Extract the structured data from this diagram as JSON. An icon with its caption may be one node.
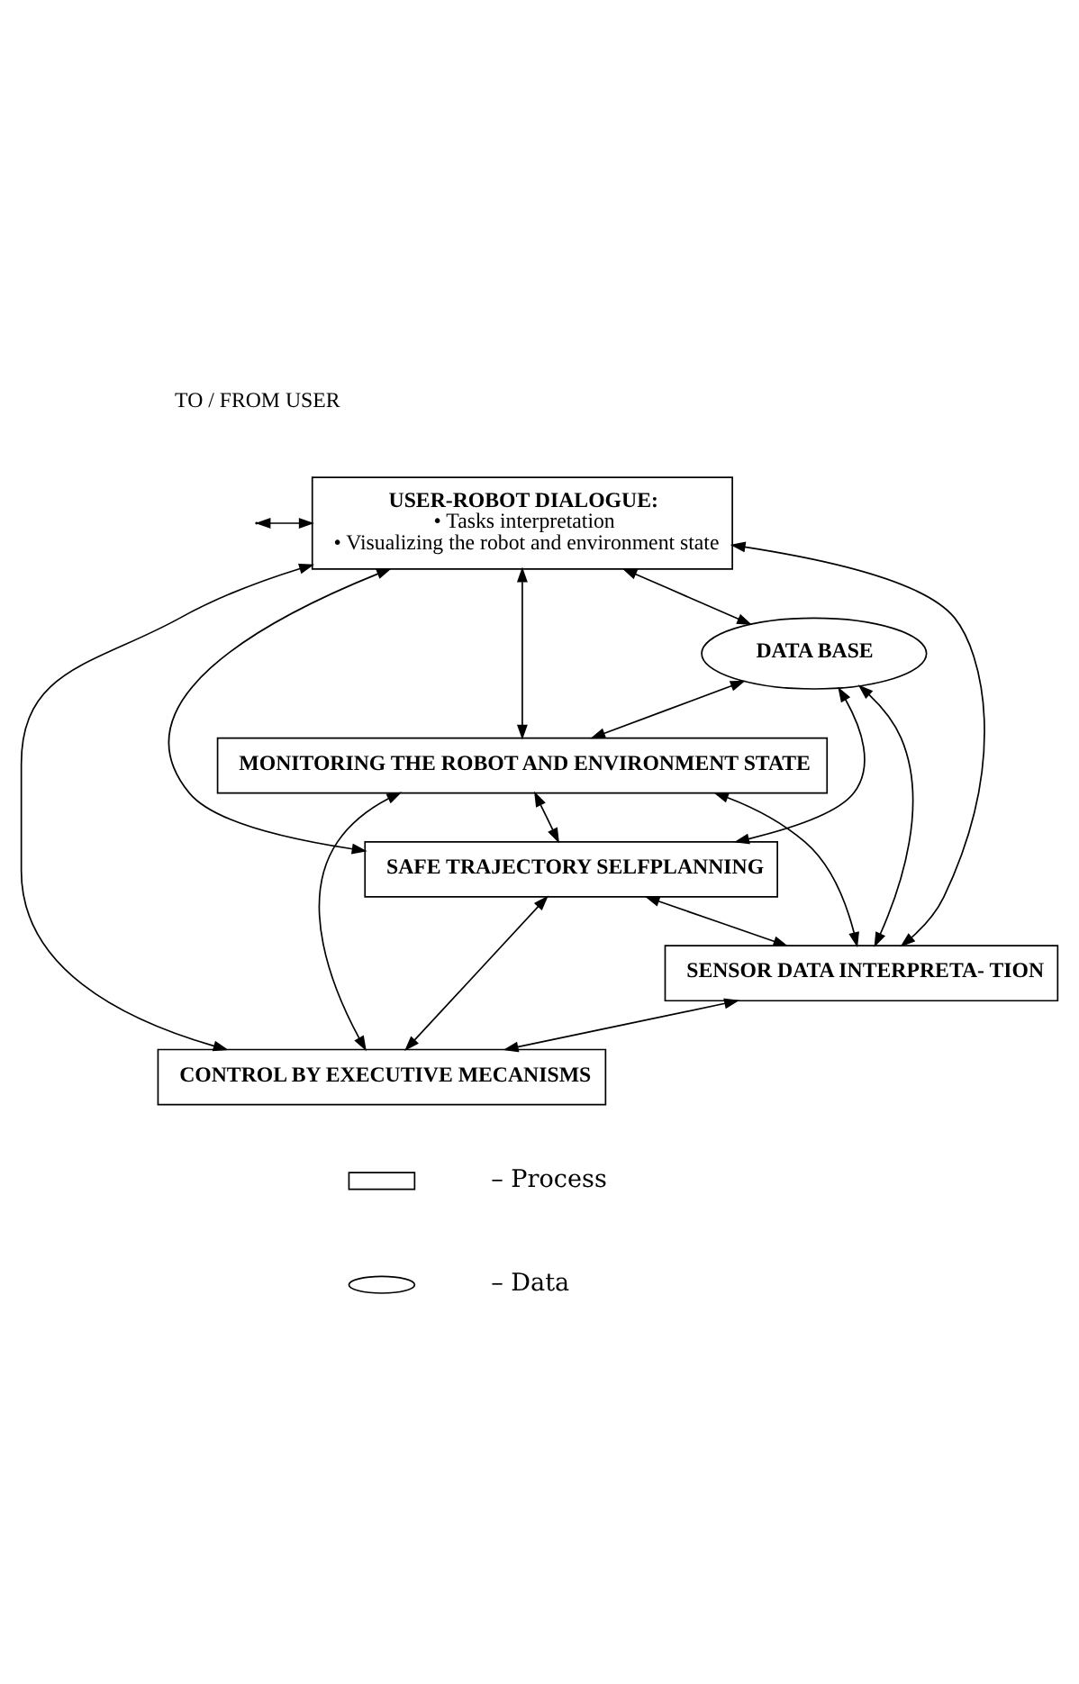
{
  "diagram": {
    "nodes": [
      {
        "text": [
          "USER-ROBOT DIALOGUE:",
          "• Tasks interpretation",
          "• Visualizing the robot and environment state"
        ]
      },
      {
        "text": [
          "DATA BASE"
        ]
      },
      {
        "text": [
          "MONITORING THE ROBOT AND ENVIRONMENT STATE"
        ]
      },
      {
        "text": [
          "SAFE TRAJECTORY SELFPLANNING"
        ]
      },
      {
        "text": [
          "SENSOR DATA INTERPRETA- TION"
        ]
      },
      {
        "text": [
          "CONTROL BY EXECUTIVE MECANISMS"
        ]
      }
    ],
    "edges": [
      {
        "from": null,
        "to": 0,
        "arrow": "both"
      },
      {
        "from": 0,
        "to": 1,
        "arrow": "both"
      },
      {
        "from": 0,
        "to": 3,
        "arrow": "both"
      },
      {
        "from": 0,
        "to": 5,
        "arrow": "both"
      },
      {
        "from": 0,
        "to": 4,
        "arrow": "both"
      },
      {
        "from": 0,
        "to": 2,
        "arrow": "both"
      },
      {
        "from": 1,
        "to": 3,
        "arrow": "both"
      },
      {
        "from": 1,
        "to": 4,
        "arrow": "both"
      },
      {
        "from": 1,
        "to": 2,
        "arrow": "both"
      },
      {
        "from": 2,
        "to": 3,
        "arrow": "both"
      },
      {
        "from": 2,
        "to": 5,
        "arrow": "both"
      },
      {
        "from": 2,
        "to": 4,
        "arrow": "both"
      },
      {
        "from": 3,
        "to": 4,
        "arrow": "both"
      },
      {
        "from": 3,
        "to": 5,
        "arrow": "both"
      },
      {
        "from": 4,
        "to": 5,
        "arrow": "both"
      }
    ],
    "labels": [
      "TO / FROM USER"
    ],
    "legend": [
      {
        "text": "– Process"
      },
      {
        "text": "– Data"
      }
    ]
  }
}
